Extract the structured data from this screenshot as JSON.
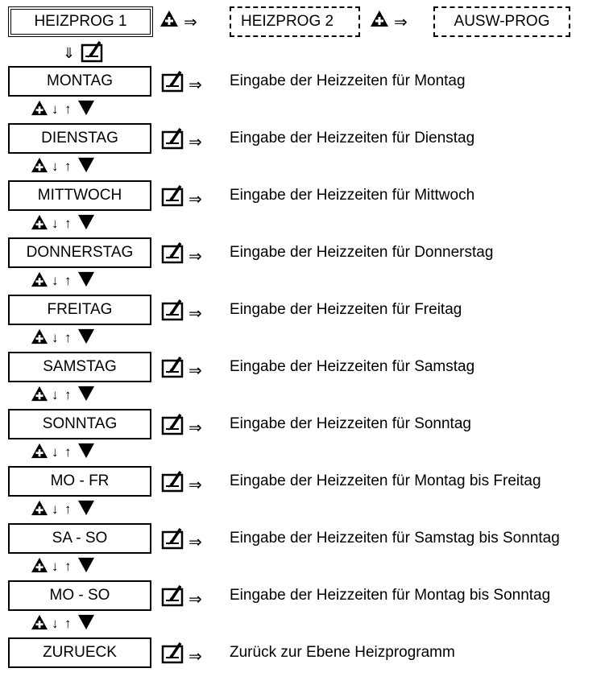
{
  "header": {
    "prog1": "HEIZPROG 1",
    "prog2": "HEIZPROG 2",
    "prog3": "AUSW-PROG",
    "arrow": "⇒",
    "down_double_arrow": "⇓"
  },
  "icons": {
    "up_button": "plus-triangle-up-icon",
    "down_button": "filled-triangle-down-icon",
    "edit_button": "edit-pen-box-icon"
  },
  "nav_arrows": {
    "down": "↓",
    "up": "↑"
  },
  "rows": [
    {
      "label": "MONTAG",
      "desc": "Eingabe der Heizzeiten für Montag"
    },
    {
      "label": "DIENSTAG",
      "desc": "Eingabe der Heizzeiten für Dienstag"
    },
    {
      "label": "MITTWOCH",
      "desc": "Eingabe der Heizzeiten für Mittwoch"
    },
    {
      "label": "DONNERSTAG",
      "desc": "Eingabe der Heizzeiten für Donnerstag"
    },
    {
      "label": "FREITAG",
      "desc": "Eingabe der Heizzeiten für Freitag"
    },
    {
      "label": "SAMSTAG",
      "desc": "Eingabe der Heizzeiten für Samstag"
    },
    {
      "label": "SONNTAG",
      "desc": "Eingabe der Heizzeiten für Sonntag"
    },
    {
      "label": "MO - FR",
      "desc": "Eingabe der Heizzeiten für Montag bis Freitag"
    },
    {
      "label": "SA - SO",
      "desc": "Eingabe der Heizzeiten für Samstag bis Sonntag"
    },
    {
      "label": "MO - SO",
      "desc": "Eingabe der Heizzeiten für Montag bis Sonntag"
    },
    {
      "label": "ZURUECK",
      "desc": "Zurück zur Ebene Heizprogramm"
    }
  ]
}
